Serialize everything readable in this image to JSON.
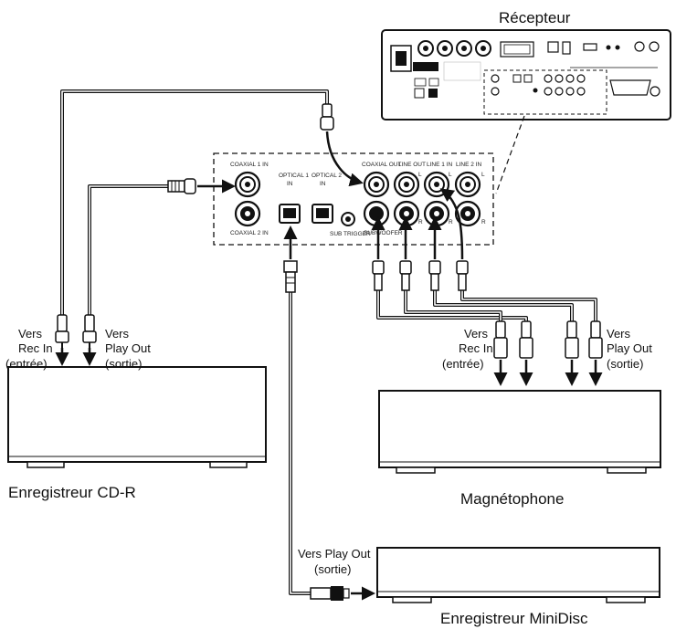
{
  "title": "Récepteur",
  "panel": {
    "coaxial1": "COAXIAL 1 IN",
    "coaxial2": "COAXIAL 2 IN",
    "optical1a": "OPTICAL 1",
    "optical1b": "IN",
    "optical2a": "OPTICAL 2",
    "optical2b": "IN",
    "sub_trigger": "SUB TRIGGER",
    "coaxial_out": "COAXIAL OUT",
    "line_out": "LINE OUT",
    "line1_in": "LINE 1 IN",
    "line2_in": "LINE 2 IN",
    "subwoofer": "SUBWOOFER",
    "l": "L",
    "r": "R"
  },
  "cdr": {
    "name": "Enregistreur CD-R",
    "rec_1": "Vers",
    "rec_2": "Rec In",
    "rec_3": "(entrée)",
    "play_1": "Vers",
    "play_2": "Play Out",
    "play_3": "(sortie)"
  },
  "tape": {
    "name": "Magnétophone",
    "rec_1": "Vers",
    "rec_2": "Rec In",
    "rec_3": "(entrée)",
    "play_1": "Vers",
    "play_2": "Play Out",
    "play_3": "(sortie)"
  },
  "minidisc": {
    "name": "Enregistreur MiniDisc",
    "play_1": "Vers Play Out",
    "play_2": "(sortie)"
  }
}
